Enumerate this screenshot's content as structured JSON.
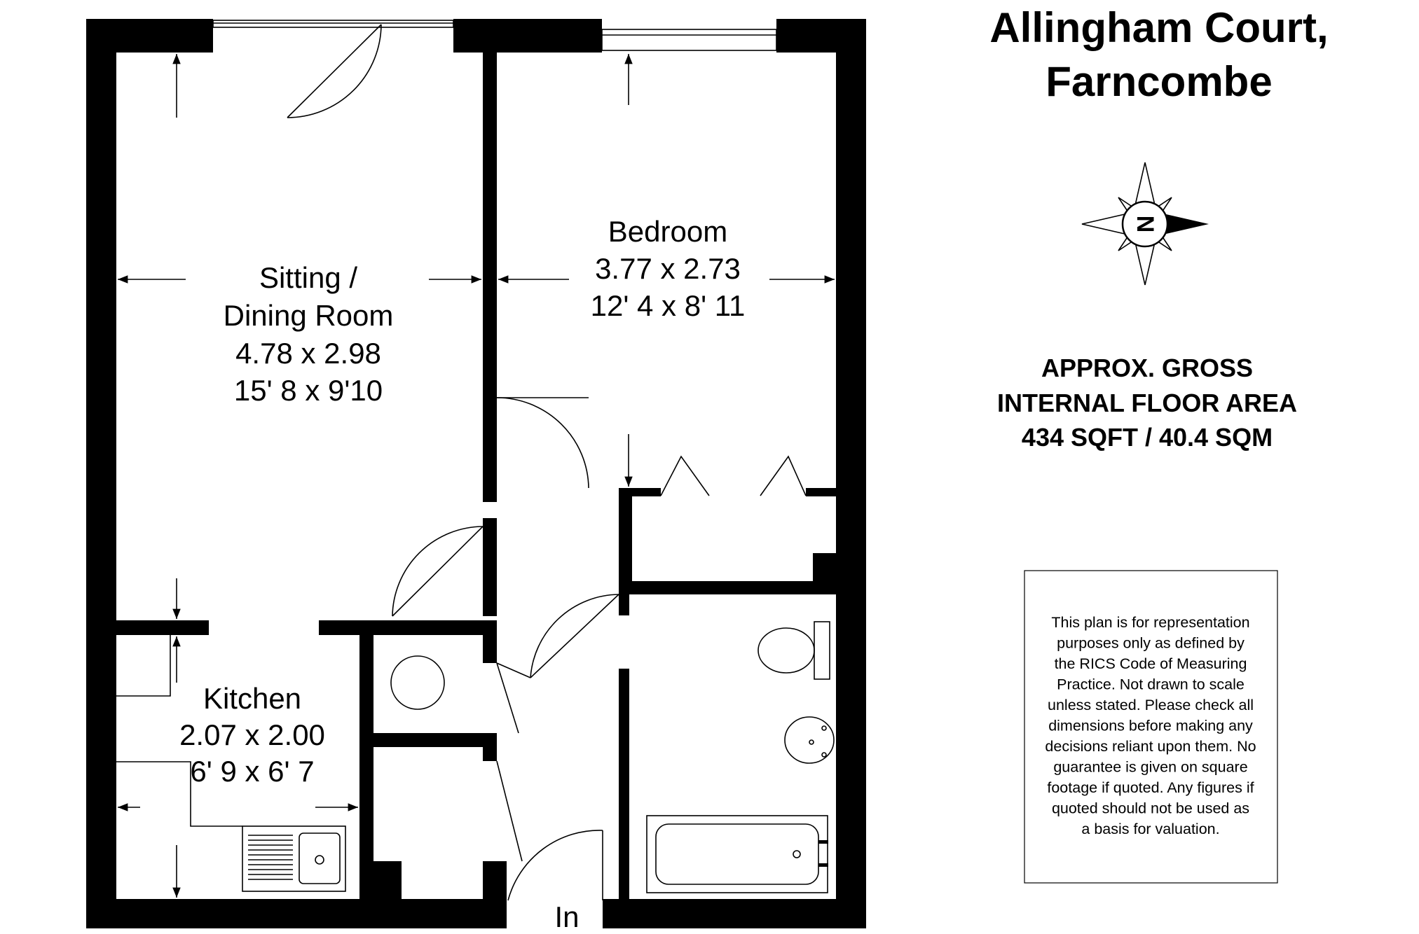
{
  "title": {
    "line1": "Allingham Court,",
    "line2": "Farncombe"
  },
  "compass": {
    "letter": "N"
  },
  "area": {
    "line1": "APPROX. GROSS",
    "line2": "INTERNAL FLOOR AREA",
    "line3": "434 SQFT / 40.4 SQM"
  },
  "disclaimer": {
    "lines": [
      "This plan is for representation",
      "purposes only as defined by",
      "the RICS Code of Measuring",
      "Practice. Not drawn to scale",
      "unless stated. Please check all",
      "dimensions before making any",
      "decisions reliant upon them. No",
      "guarantee is given on square",
      "footage if quoted. Any figures if",
      "quoted should not be used as",
      "a basis for valuation."
    ]
  },
  "rooms": {
    "sitting": {
      "line1": "Sitting /",
      "line2": "Dining Room",
      "metric": "4.78 x 2.98",
      "imperial": "15' 8 x 9'10"
    },
    "bedroom": {
      "name": "Bedroom",
      "metric": "3.77 x 2.73",
      "imperial": "12' 4 x 8' 11"
    },
    "kitchen": {
      "name": "Kitchen",
      "metric": "2.07 x 2.00",
      "imperial": "6' 9 x 6' 7"
    }
  },
  "entrance": {
    "label": "In"
  }
}
